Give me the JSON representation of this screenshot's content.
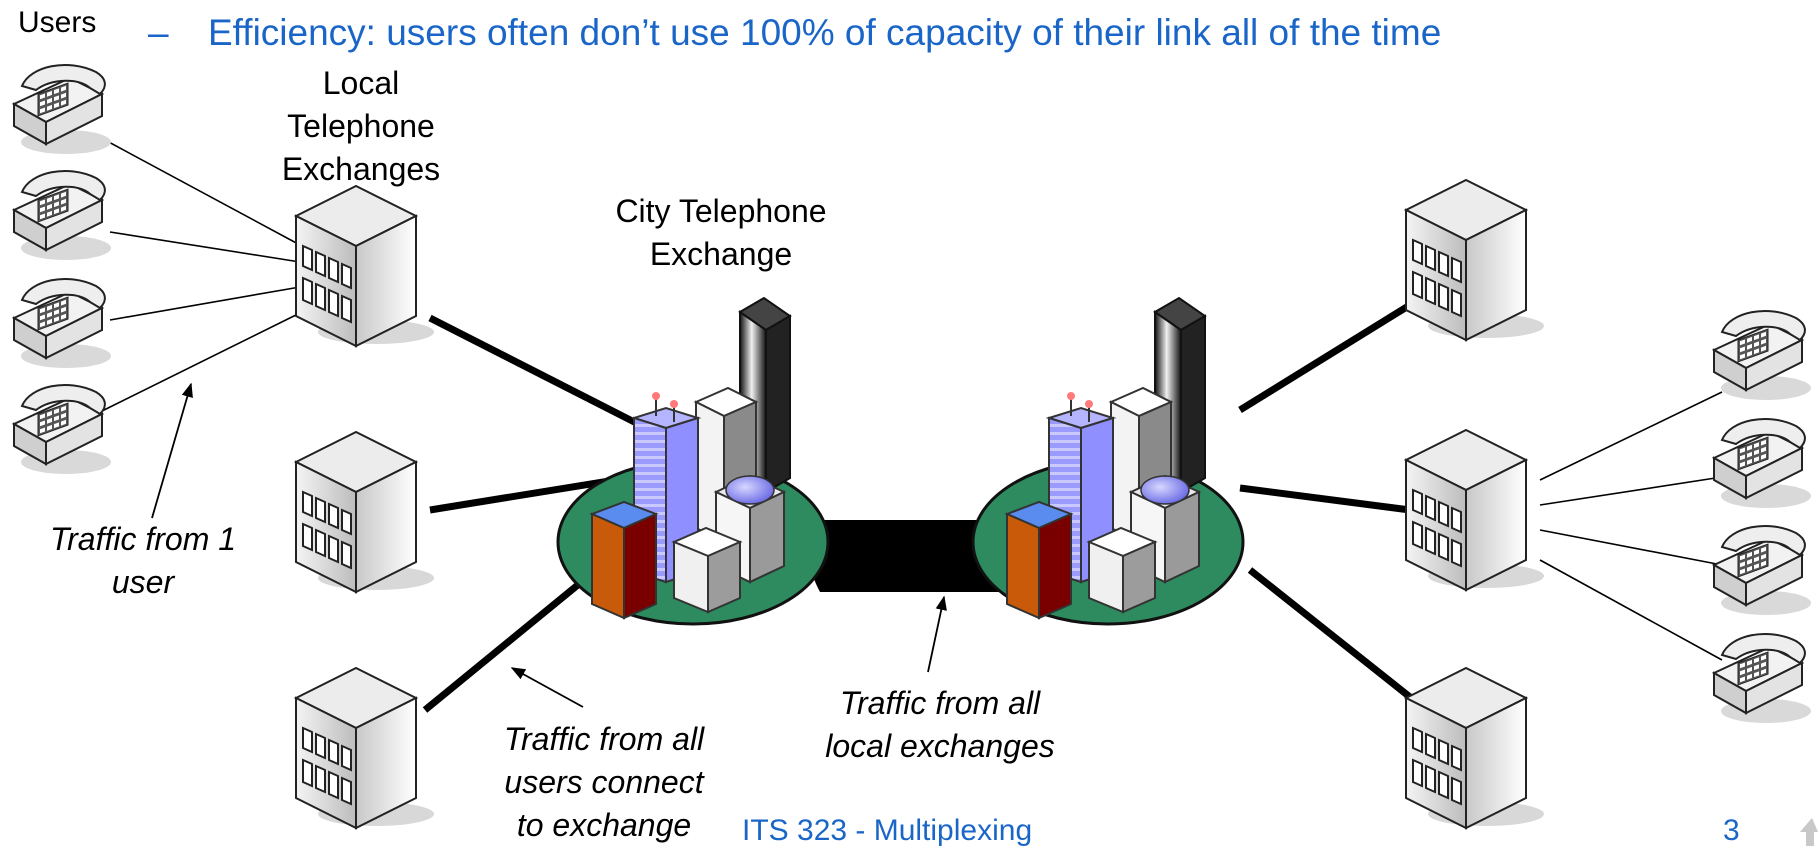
{
  "slide": {
    "bullet_dash": "–",
    "bullet_text": "Efficiency: users often don’t use 100% of capacity of their link all of the time",
    "footer": "ITS 323 - Multiplexing",
    "page_number": "3"
  },
  "labels": {
    "users": "Users",
    "local_exchanges_1": "Local",
    "local_exchanges_2": "Telephone",
    "local_exchanges_3": "Exchanges",
    "city_exchange_1": "City Telephone",
    "city_exchange_2": "Exchange",
    "traffic_one_1": "Traffic from 1",
    "traffic_one_2": "user",
    "traffic_all_users_1": "Traffic from all",
    "traffic_all_users_2": "users connect",
    "traffic_all_users_3": "to exchange",
    "traffic_local_1": "Traffic from all",
    "traffic_local_2": "local exchanges"
  },
  "colors": {
    "title_blue": "#1a66c8",
    "ground_green": "#2e8b5f",
    "tower_blue": "#8f8fff",
    "brick_orange": "#c85a0a",
    "brick_red": "#7a0000"
  }
}
